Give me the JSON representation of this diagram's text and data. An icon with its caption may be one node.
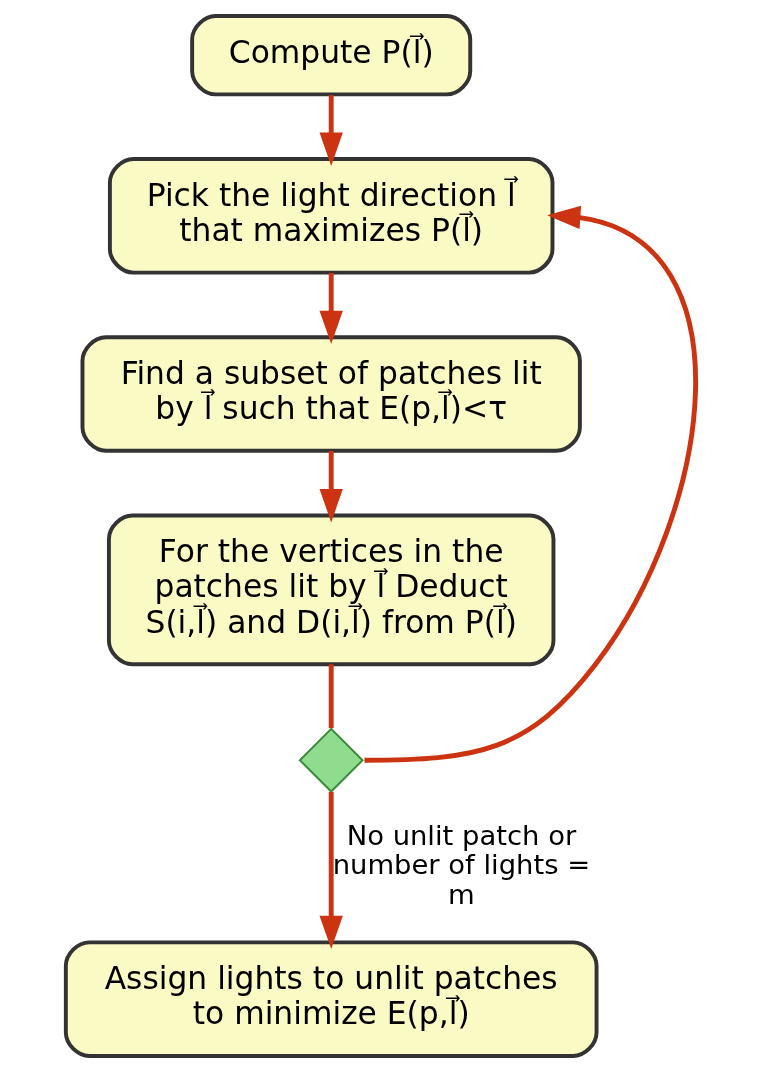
{
  "diagram": {
    "nodes": [
      {
        "text": [
          "Compute P(l⃗)"
        ]
      },
      {
        "text": [
          "Pick the light direction l⃗ that maximizes P(l⃗)"
        ]
      },
      {
        "text": [
          "Find a subset of patches lit by l⃗ such that E(p,l⃗)<τ"
        ]
      },
      {
        "text": [
          "For the vertices in the patches lit by l⃗ Deduct S(i,l⃗) and D(i,l⃗) from P(l⃗)"
        ]
      },
      {
        "text": [],
        "shape": "diamond"
      },
      {
        "text": [
          "Assign lights to unlit patches to minimize E(p,l⃗)"
        ]
      }
    ],
    "edges": [
      {
        "from": 0,
        "to": 1,
        "arrow": "to"
      },
      {
        "from": 1,
        "to": 2,
        "arrow": "to"
      },
      {
        "from": 2,
        "to": 3,
        "arrow": "to"
      },
      {
        "from": 3,
        "to": 4,
        "arrow": "none"
      },
      {
        "from": 4,
        "to": 1,
        "arrow": "to"
      },
      {
        "from": 4,
        "to": 5,
        "arrow": "to",
        "label": "No unlit patch or number of lights = m"
      }
    ]
  }
}
